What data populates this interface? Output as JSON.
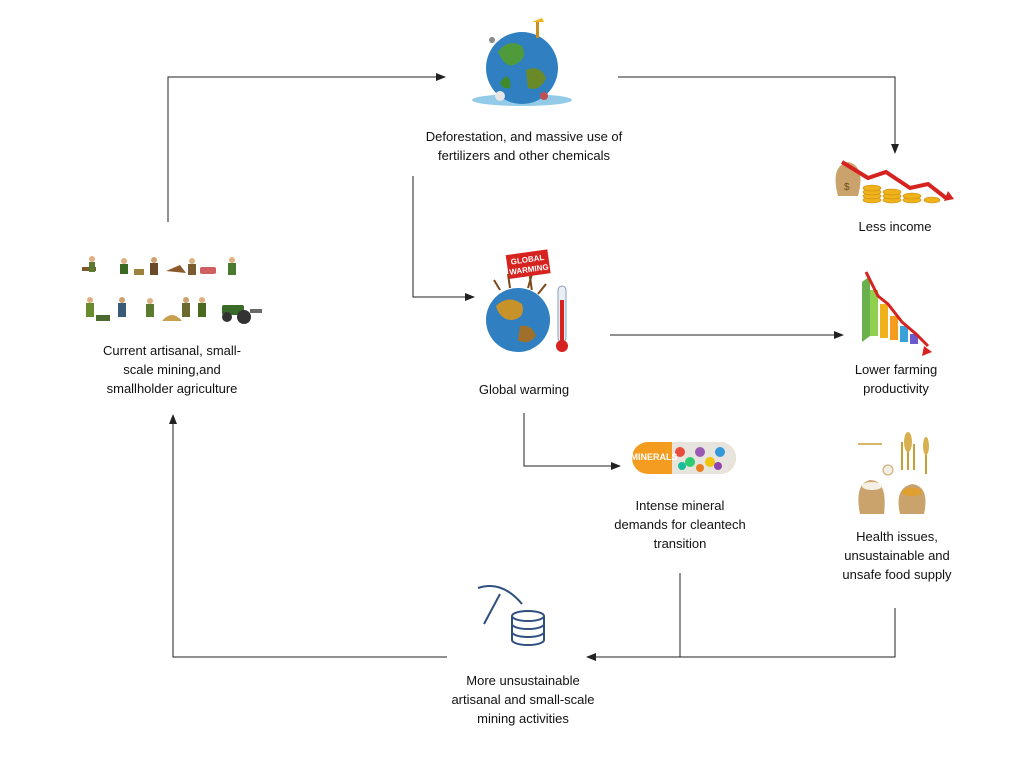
{
  "nodes": {
    "current": {
      "label_lines": [
        "Current artisanal, small-",
        "scale mining,and",
        "smallholder agriculture"
      ],
      "icon": "farmers-and-miners-icon"
    },
    "deforestation": {
      "label_lines": [
        "Deforestation, and massive use of",
        "fertilizers and other chemicals"
      ],
      "icon": "polluted-earth-icon"
    },
    "less_income": {
      "label_lines": [
        "Less income"
      ],
      "icon": "falling-money-icon"
    },
    "global_warming": {
      "label_lines": [
        "Global warming"
      ],
      "icon": "warming-earth-thermometer-icon",
      "sign_text": [
        "GLOBAL",
        "WARMING"
      ]
    },
    "lower_productivity": {
      "label_lines": [
        "Lower farming",
        "productivity"
      ],
      "icon": "declining-bar-chart-icon"
    },
    "minerals": {
      "label_lines": [
        "Intense mineral",
        "demands for cleantech",
        "transition"
      ],
      "icon": "mineral-capsule-icon",
      "capsule_text": "MINERALS"
    },
    "health": {
      "label_lines": [
        "Health issues,",
        "unsustainable and",
        "unsafe food supply"
      ],
      "icon": "grain-sacks-icon"
    },
    "more_mining": {
      "label_lines": [
        "More unsustainable",
        "artisanal and small-scale",
        "mining activities"
      ],
      "icon": "pickaxe-coins-icon"
    }
  },
  "colors": {
    "arrow": "#222222",
    "earth_blue": "#2f7fc1",
    "earth_land": "#4f9a3a",
    "capsule_orange": "#f39c1f",
    "chart_red": "#d6231f",
    "coin_gold": "#f0b21a",
    "sack_tan": "#c9a36b",
    "pickaxe_blue": "#2f4f7f"
  }
}
